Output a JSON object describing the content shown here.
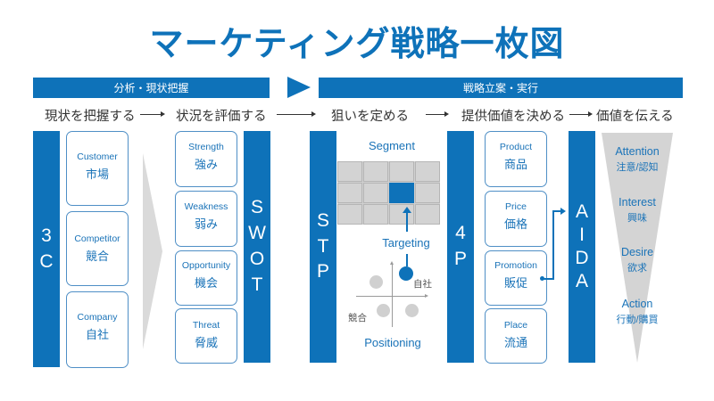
{
  "title": "マーケティング戦略一枚図",
  "phases": {
    "analysis": "分析・現状把握",
    "strategy": "戦略立案・実行"
  },
  "steps": [
    "現状を把握する",
    "状況を評価する",
    "狙いを定める",
    "提供価値を決める",
    "価値を伝える"
  ],
  "frameworks": {
    "three_c": {
      "label_line1": "3",
      "label_line2": "C",
      "items": [
        {
          "en": "Customer",
          "jp": "市場"
        },
        {
          "en": "Competitor",
          "jp": "競合"
        },
        {
          "en": "Company",
          "jp": "自社"
        }
      ]
    },
    "swot": {
      "letters": [
        "S",
        "W",
        "O",
        "T"
      ],
      "items": [
        {
          "en": "Strength",
          "jp": "強み"
        },
        {
          "en": "Weakness",
          "jp": "弱み"
        },
        {
          "en": "Opportunity",
          "jp": "機会"
        },
        {
          "en": "Threat",
          "jp": "脅威"
        }
      ]
    },
    "stp": {
      "letters": [
        "S",
        "T",
        "P"
      ],
      "segment": "Segment",
      "targeting": "Targeting",
      "positioning": "Positioning",
      "own_company": "自社",
      "competitor": "競合"
    },
    "four_p": {
      "label_line1": "4",
      "label_line2": "P",
      "items": [
        {
          "en": "Product",
          "jp": "商品"
        },
        {
          "en": "Price",
          "jp": "価格"
        },
        {
          "en": "Promotion",
          "jp": "販促"
        },
        {
          "en": "Place",
          "jp": "流通"
        }
      ]
    },
    "aida": {
      "letters": [
        "A",
        "I",
        "D",
        "A"
      ],
      "stages": [
        {
          "en": "Attention",
          "jp": "注意/認知"
        },
        {
          "en": "Interest",
          "jp": "興味"
        },
        {
          "en": "Desire",
          "jp": "欲求"
        },
        {
          "en": "Action",
          "jp": "行動/購買"
        }
      ]
    }
  },
  "colors": {
    "primary": "#0e72b9",
    "funnel": "#d4d4d4",
    "grid": "#d3d3d3"
  }
}
